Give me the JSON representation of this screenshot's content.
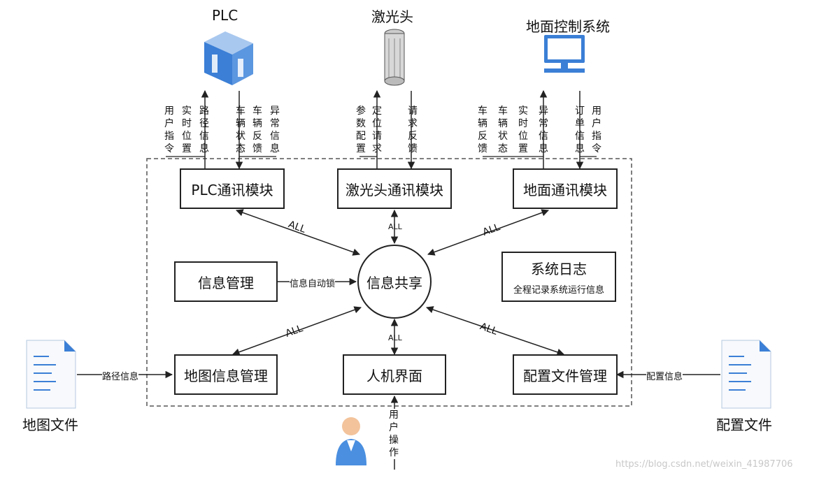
{
  "external": {
    "plc": "PLC",
    "laser": "激光头",
    "ground": "地面控制系统",
    "map_file": "地图文件",
    "config_file": "配置文件"
  },
  "modules": {
    "plc_comm": "PLC通讯模块",
    "laser_comm": "激光头通讯模块",
    "ground_comm": "地面通讯模块",
    "info_mgmt": "信息管理",
    "info_share": "信息共享",
    "syslog_title": "系统日志",
    "syslog_sub": "全程记录系统运行信息",
    "map_mgmt": "地图信息管理",
    "hmi": "人机界面",
    "config_mgmt": "配置文件管理"
  },
  "plc_signals": {
    "up": [
      "用户指令",
      "实时位置",
      "路径信息"
    ],
    "down": [
      "车辆状态",
      "车辆反馈",
      "异常信息"
    ]
  },
  "laser_signals": {
    "up": [
      "参数配置",
      "定位请求"
    ],
    "down": [
      "请求反馈"
    ]
  },
  "ground_signals": {
    "up": [
      "车辆反馈",
      "车辆状态",
      "实时位置",
      "异常信息"
    ],
    "down": [
      "订单信息",
      "用户指令"
    ]
  },
  "edges": {
    "all": "ALL",
    "info_lock": "信息自动锁",
    "path_info": "路径信息",
    "config_info": "配置信息",
    "user_op": "用户操作"
  },
  "watermark": "https://blog.csdn.net/weixin_41987706",
  "colors": {
    "icon_blue": "#3b7fd6",
    "icon_light": "#a9c8ef",
    "line": "#222222"
  }
}
